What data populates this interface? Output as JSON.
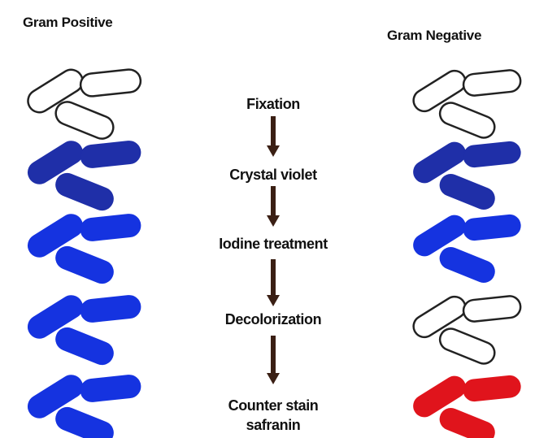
{
  "titles": {
    "gram_positive": "Gram Positive",
    "gram_negative": "Gram Negative"
  },
  "steps": [
    "Fixation",
    "Crystal violet",
    "Iodine treatment",
    "Decolorization",
    "Counter stain",
    "safranin"
  ],
  "colors": {
    "unstained_fill": "#ffffff",
    "unstained_outline": "#222222",
    "crystal_violet_dark": "#1f2fa8",
    "violet_iodine": "#1533e0",
    "safranin_red": "#e0141c",
    "arrow": "#3a1f14"
  },
  "stages": {
    "gram_positive": [
      "unstained",
      "crystal-violet",
      "violet-iodine",
      "violet-iodine",
      "violet-iodine"
    ],
    "gram_negative": [
      "unstained",
      "crystal-violet",
      "violet-iodine",
      "unstained",
      "safranin"
    ]
  }
}
